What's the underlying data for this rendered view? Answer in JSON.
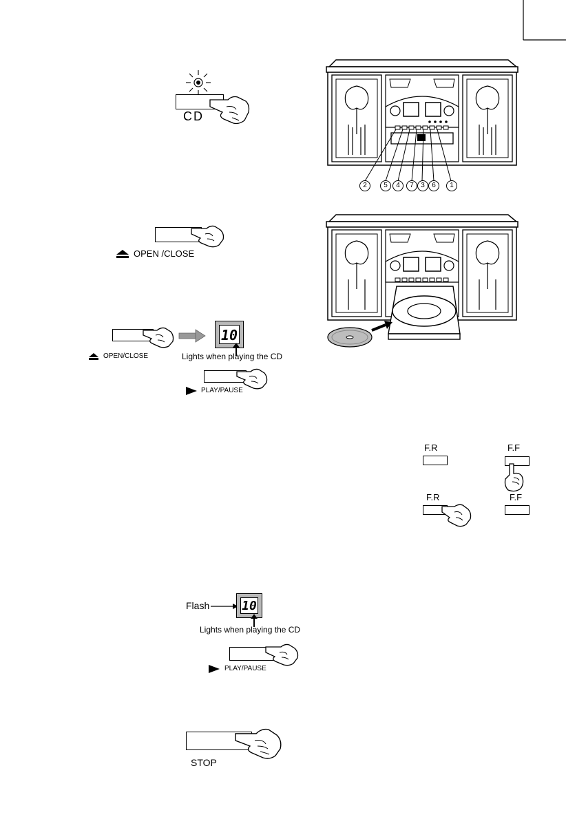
{
  "labels": {
    "cd": "CD",
    "open_close_1": "OPEN /CLOSE",
    "open_close_2": "OPEN/CLOSE",
    "lights_1": "Lights when playing the CD",
    "play_pause_1": "PLAY/PAUSE",
    "fr_top": "F.R",
    "ff_top": "F.F",
    "fr_bottom": "F.R",
    "ff_bottom": "F.F",
    "flash": "Flash",
    "lights_2": "Lights when playing the CD",
    "play_pause_2": "PLAY/PAUSE",
    "stop": "STOP"
  },
  "lcd": {
    "value_1": "10",
    "value_2": "10"
  },
  "callouts": [
    "2",
    "5",
    "4",
    "7",
    "3",
    "6",
    "1"
  ]
}
